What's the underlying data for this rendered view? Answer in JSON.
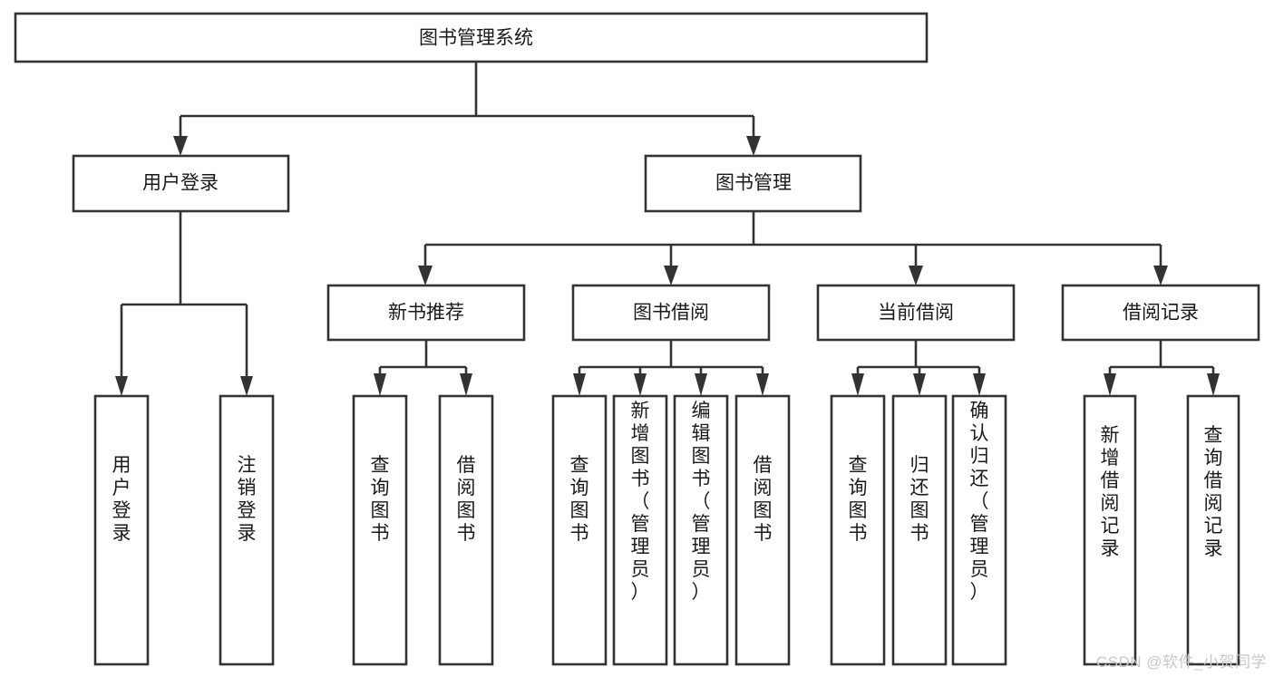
{
  "diagram": {
    "title": "图书管理系统",
    "type": "tree-hierarchy-diagram",
    "watermark": "CSDN @软件_小贺同学",
    "colors": {
      "stroke": "#333333",
      "fill": "#ffffff",
      "text": "#1a1a1a",
      "watermark": "#c8c8c8"
    },
    "root": {
      "label": "图书管理系统"
    },
    "level2": [
      {
        "label": "用户登录"
      },
      {
        "label": "图书管理"
      }
    ],
    "level3": [
      {
        "label": "新书推荐"
      },
      {
        "label": "图书借阅"
      },
      {
        "label": "当前借阅"
      },
      {
        "label": "借阅记录"
      }
    ],
    "leaves": {
      "user_login": [
        {
          "label": "用户登录"
        },
        {
          "label": "注销登录"
        }
      ],
      "new_book_recommend": [
        {
          "label": "查询图书"
        },
        {
          "label": "借阅图书"
        }
      ],
      "book_borrow": [
        {
          "label": "查询图书"
        },
        {
          "label": "新增图书（管理员）"
        },
        {
          "label": "编辑图书（管理员）"
        },
        {
          "label": "借阅图书"
        }
      ],
      "current_borrow": [
        {
          "label": "查询图书"
        },
        {
          "label": "归还图书"
        },
        {
          "label": "确认归还（管理员）"
        }
      ],
      "borrow_record": [
        {
          "label": "新增借阅记录"
        },
        {
          "label": "查询借阅记录"
        }
      ]
    }
  }
}
